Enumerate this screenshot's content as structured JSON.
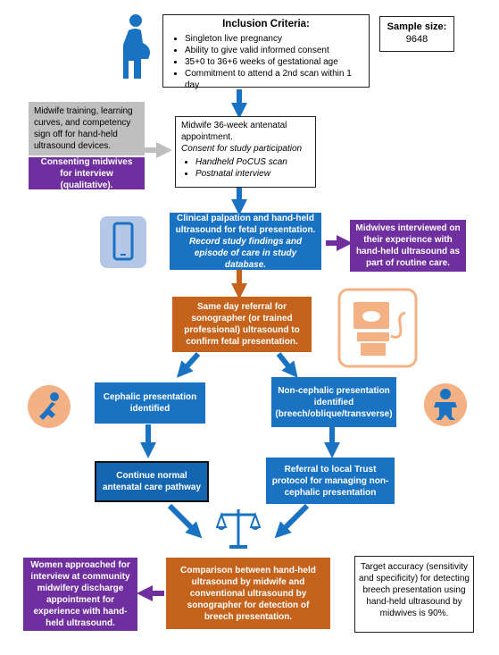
{
  "inclusion": {
    "title": "Inclusion Criteria:",
    "items": [
      "Singleton live pregnancy",
      "Ability to give valid informed consent",
      "35+0 to 36+6 weeks of gestational age",
      "Commitment to attend a 2nd scan within 1 day"
    ]
  },
  "sample": {
    "label": "Sample size:",
    "value": "9648"
  },
  "training": "Midwife training, learning curves, and competency sign off for hand-held ultrasound devices.",
  "consenting": "Consenting midwives for interview (qualitative).",
  "appointment": {
    "line1": "Midwife 36-week antenatal appointment.",
    "consent": "Consent for study participation",
    "items": [
      "Handheld PoCUS scan",
      "Postnatal interview"
    ]
  },
  "palpation": {
    "line1": "Clinical palpation and hand-held ultrasound for fetal presentation.",
    "line2": "Record study findings and episode of care in study database."
  },
  "interviewed": "Midwives interviewed on their experience with hand-held ultrasound as part of routine care.",
  "referral": "Same day referral for sonographer (or trained professional) ultrasound to confirm fetal presentation.",
  "cephalic": "Cephalic presentation identified",
  "noncephalic": {
    "line1": "Non-cephalic presentation identified",
    "line2": "(breech/oblique/transverse)"
  },
  "continue": "Continue normal antenatal care pathway",
  "trust": "Referral to local Trust protocol for managing non-cephalic presentation",
  "comparison": "Comparison between hand-held ultrasound by midwife and conventional ultrasound by sonographer for detection of breech presentation.",
  "women": "Women approached for interview at community midwifery discharge appointment for experience with hand-held ultrasound.",
  "target": "Target accuracy (sensitivity and specificity) for detecting breech presentation using hand-held ultrasound by midwives is 90%.",
  "colors": {
    "blue": "#1a73c2",
    "orange": "#c5621c",
    "purple": "#6f2f9f",
    "grey": "#bfbfbf",
    "light_orange": "#f4b183"
  }
}
